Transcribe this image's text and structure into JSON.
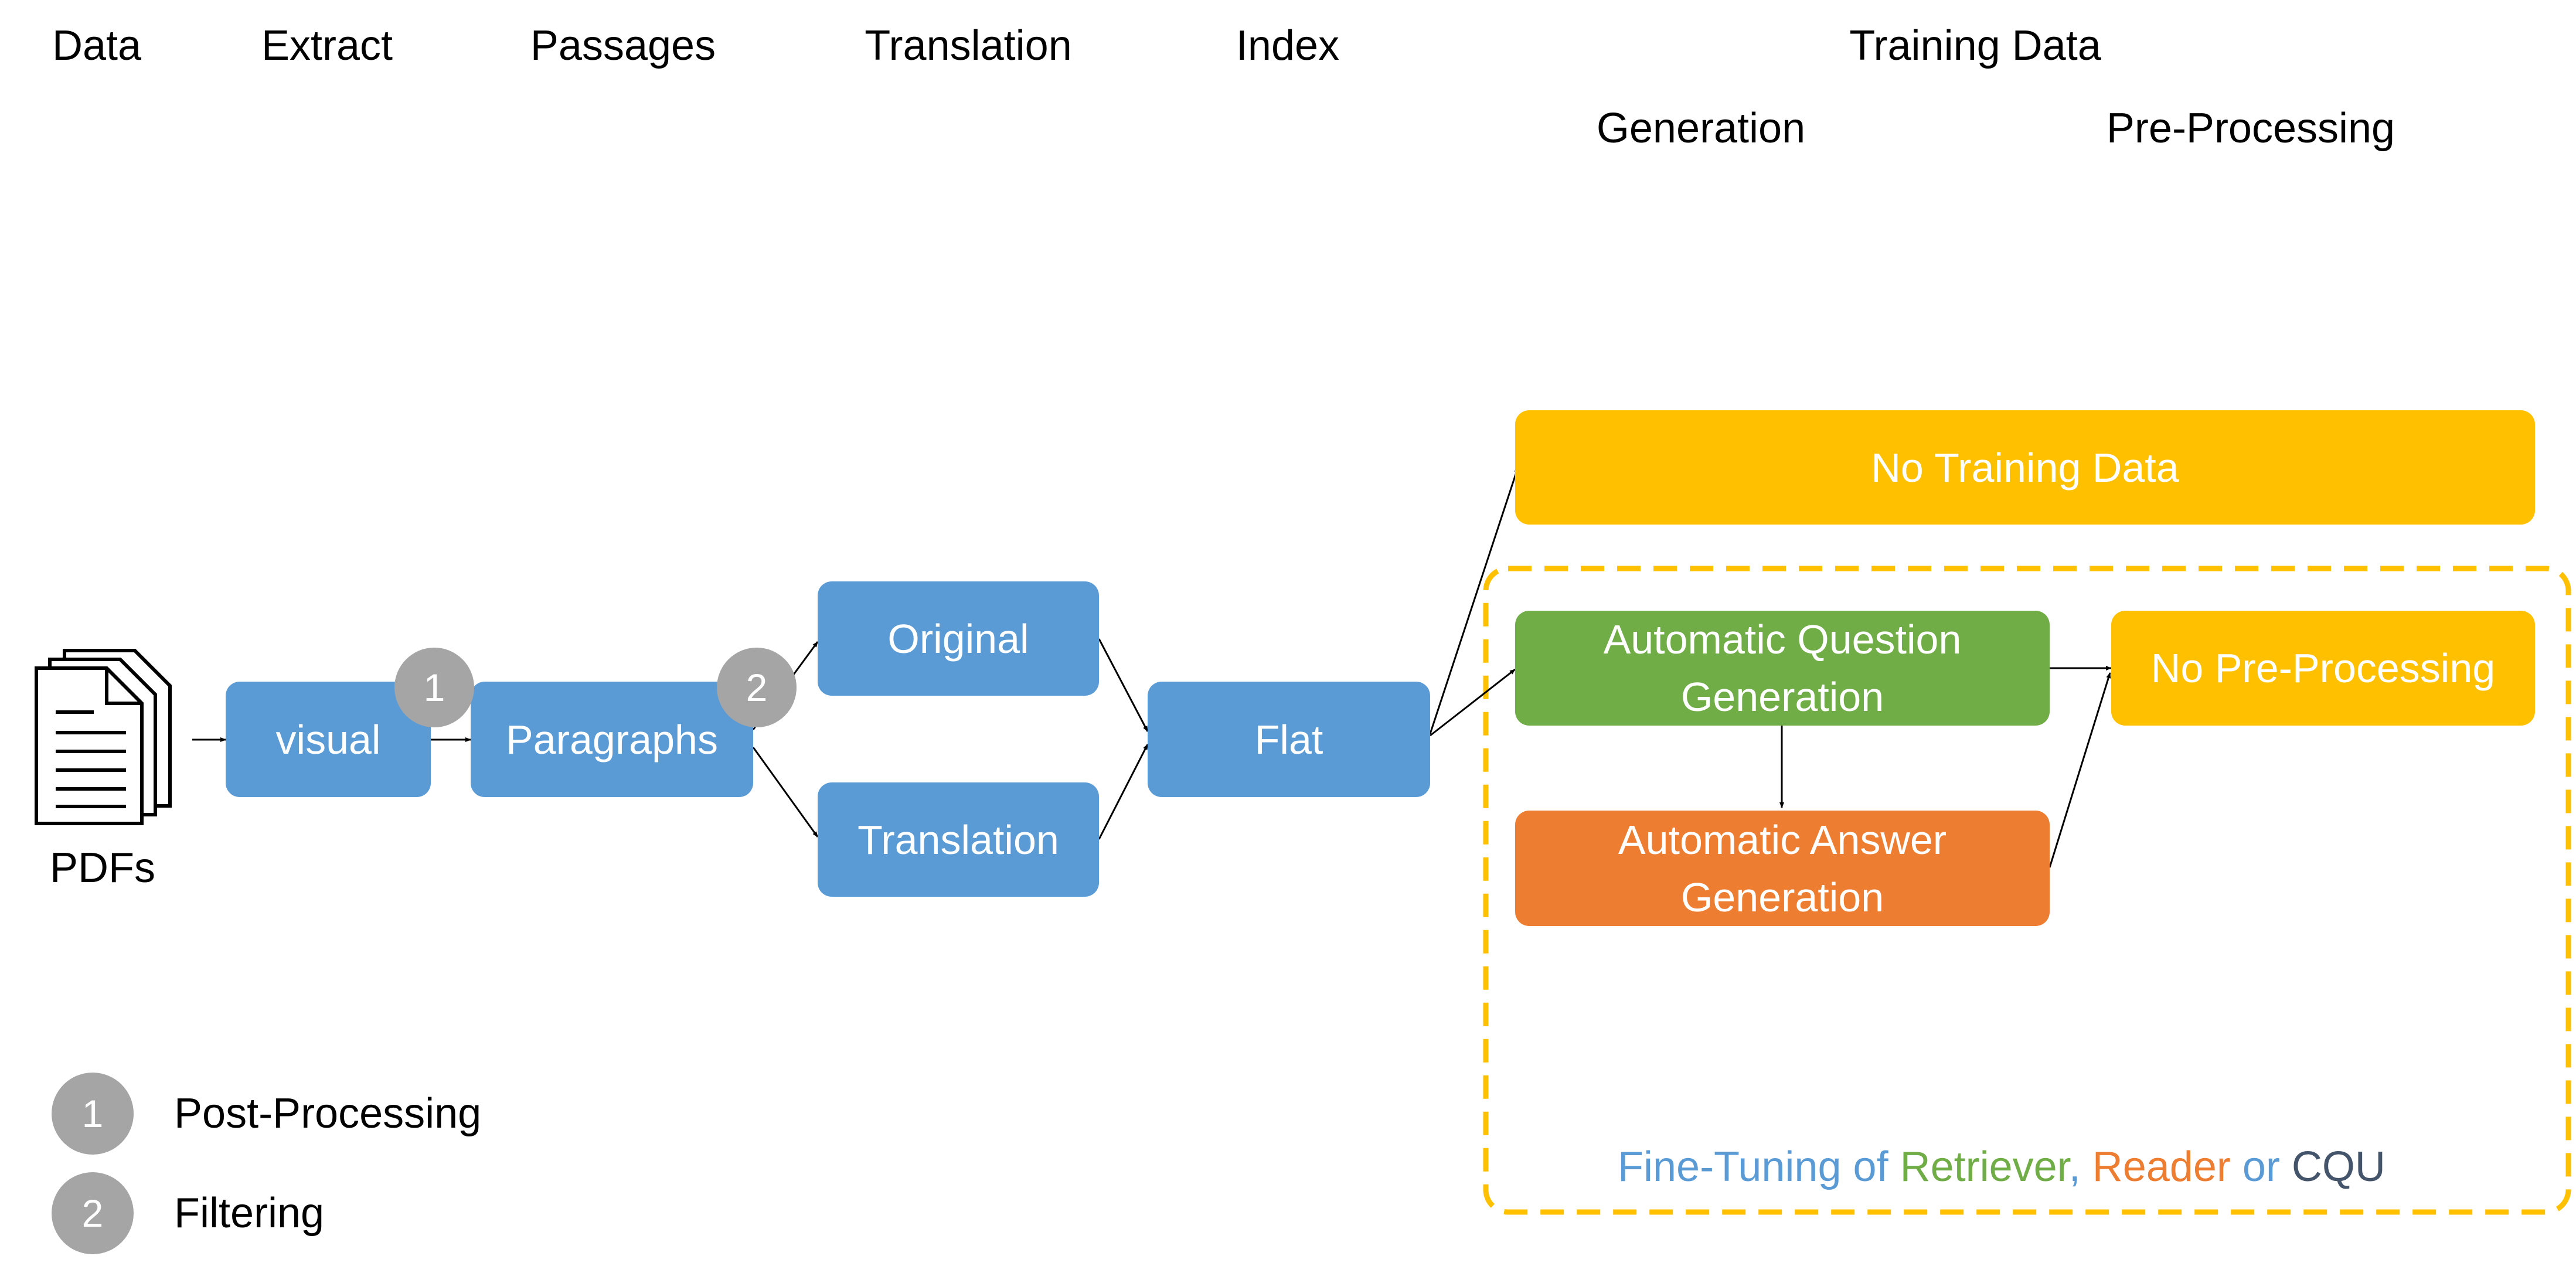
{
  "headers": {
    "data": "Data",
    "extract": "Extract",
    "passages": "Passages",
    "translation": "Translation",
    "index": "Index",
    "training_data": "Training Data",
    "generation": "Generation",
    "pre_processing": "Pre-Processing"
  },
  "nodes": {
    "pdfs": "PDFs",
    "visual": "visual",
    "paragraphs": "Paragraphs",
    "original": "Original",
    "translation": "Translation",
    "flat": "Flat",
    "no_training_data": "No Training Data",
    "auto_question": "Automatic Question Generation",
    "auto_answer": "Automatic Answer Generation",
    "no_pre_processing": "No Pre-Processing"
  },
  "badges": {
    "one": "1",
    "two": "2"
  },
  "legend": [
    {
      "number": "1",
      "label": "Post-Processing"
    },
    {
      "number": "2",
      "label": "Filtering"
    }
  ],
  "fine_tuning": {
    "part1": "Fine-Tuning of ",
    "retriever": "Retriever",
    "comma": ", ",
    "reader": "Reader",
    "or": " or ",
    "cqu": "CQU"
  },
  "colors": {
    "blue": "#5b9bd5",
    "yellow": "#ffc000",
    "green": "#70ad47",
    "orange": "#ed7d31",
    "gray": "#a5a5a5",
    "navy": "#44546a"
  }
}
